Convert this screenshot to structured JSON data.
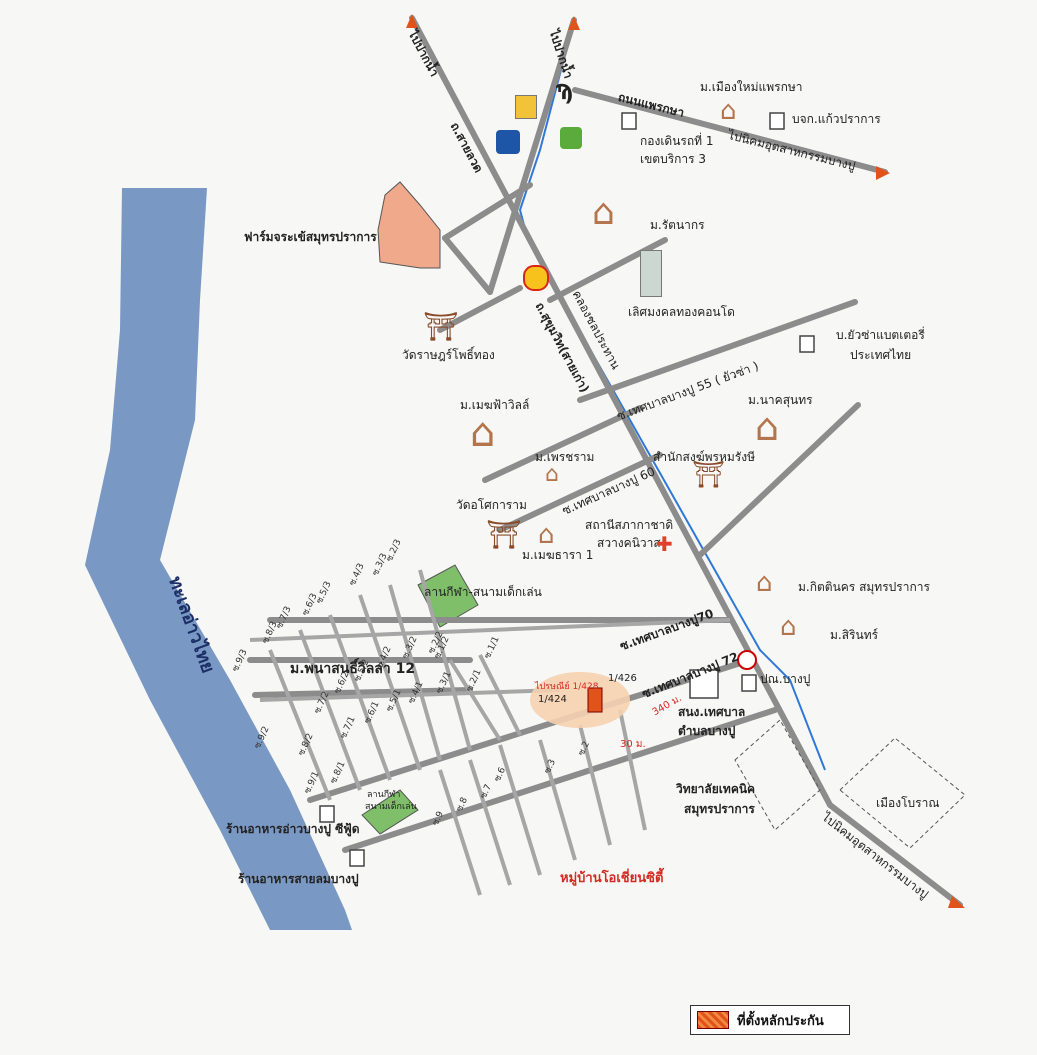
{
  "colors": {
    "sea": "#6f8fbf",
    "road": "#8c8c8c",
    "canal": "#2f78d8",
    "park": "#7fbf6a",
    "farm": "#f0a98a",
    "marker": "#e0541c",
    "highlight": "#f6d0b0",
    "arrow": "#e0541c"
  },
  "sea_label": "ทะเลอ่าวไทย",
  "roads": {
    "to_paknam_left": "ไปปากน้ำ",
    "to_paknam_right": "ไปปากน้ำ",
    "sai_luat": "ถ.สายลวด",
    "sukhumvit": "ถ.สุขุมวิท(สายเก่า)",
    "phraeksa": "ถนนแพรกษา",
    "to_industrial_top": "ไปนิคมอุตสาหกรรมบางปู",
    "to_industrial_bottom": "ไปนิคมอุตสาหกรรมบางปู",
    "canal": "คลองชลประทาน",
    "soi55": "ซ.เทศบาลบางปู 55 ( ยัวซ่า )",
    "soi60": "ซ.เทศบาลบางปู 60",
    "soi70": "ซ.เทศบาลบางปู70",
    "soi72": "ซ.เทศบาลบางปู 72"
  },
  "places": {
    "muang_mai_phraeksa": "ม.เมืองใหม่แพรกษา",
    "bkg_kaeo": "บจก.แก้วปราการ",
    "thong_doen_rot": "กองเดินรถที่ 1",
    "khet_borikan": "เขตบริการ 3",
    "rattanakorn": "ม.รัตนากร",
    "farm_crocodile": "ฟาร์มจระเข้สมุทรปราการ",
    "lert_mongkol": "เลิศมงคลทองคอนโด",
    "wat_ratchaphut": "วัดราษฎร์โพธิ์ทอง",
    "yuasa": "บ.ยัวซ่าแบตเตอรี่",
    "yuasa2": "ประเทศไทย",
    "mem_fa_villa": "ม.เมฆฟ้าวิลล์",
    "nakhon_sunthon": "ม.นาคสุนทร",
    "phetcharam": "ม.เพรชราม",
    "samnak_song": "สำนักสงฆ์พรหมรังษี",
    "wat_khotharam": "วัดอโศการาม",
    "mem_thara": "ม.เมฆธารา 1",
    "red_cross": "สถานีสภากาชาดิ",
    "red_cross2": "สวางคนิวาส",
    "kitikorn": "ม.กิตตินคร สมุทรปราการ",
    "sirin": "ม.สิรินทร์",
    "park_top": "ลานกีฬา-สนามเด็กเล่น",
    "panasonic": "ม.พนาสนธิ์วิลล่า 12",
    "bangpu_police": "ปณ.บางปู",
    "school": "สนง.เทศบาล",
    "school2": "ตำบลบางปู",
    "tech_college": "วิทยาลัยเทคนิค",
    "tech_college2": "สมุทรปราการ",
    "ancient_city": "เมืองโบราณ",
    "restaurant_seafood": "ร้านอาหารอ่าวบางปู ซีฟู้ด",
    "restaurant_wind": "ร้านอาหารสายลมบางปู",
    "ocean_city": "หมู่บ้านโอเชี่ยนซิตี้",
    "park_bottom": "ลานกีฬา",
    "park_bottom2": "สนามเด็กเล่น"
  },
  "marker": {
    "label": "ไปรษณีย์ 1/428",
    "lot1": "1/426",
    "lot2": "1/424",
    "dist1": "340 ม.",
    "dist2": "30 ม."
  },
  "sois": [
    "ซ.9/3",
    "ซ.9/2",
    "ซ.9/1",
    "ซ.8/3",
    "ซ.8/2",
    "ซ.8/1",
    "ซ.7/3",
    "ซ.7/2",
    "ซ.7/1",
    "ซ.6/3",
    "ซ.6/2",
    "ซ.6/1",
    "ซ.5/3",
    "ซ.5/2",
    "ซ.5/1",
    "ซ.4/3",
    "ซ.4/2",
    "ซ.4/1",
    "ซ.3/3",
    "ซ.3/2",
    "ซ.3/1",
    "ซ.2/3",
    "ซ.2/2",
    "ซ.2/1",
    "ซ.1/2",
    "ซ.1/1",
    "ซ.9",
    "ซ.8",
    "ซ.7",
    "ซ.6",
    "ซ.3",
    "ซ.2"
  ],
  "legend": {
    "label": "ที่ตั้งหลักประกัน"
  }
}
